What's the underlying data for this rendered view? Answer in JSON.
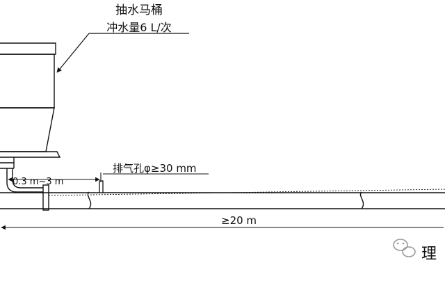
{
  "labels": {
    "toilet_title": "抽水马桶",
    "toilet_flush": "冲水量6 L/次",
    "vent_hole": "排气孔φ≥30 mm",
    "offset_distance": "0.3 m~3 m",
    "pipe_length": "≥20 m"
  },
  "watermark": {
    "text": "理",
    "icon": "wechat-icon"
  },
  "colors": {
    "line": "#111111",
    "watermark": "#9a9a9a",
    "background": "#ffffff"
  }
}
